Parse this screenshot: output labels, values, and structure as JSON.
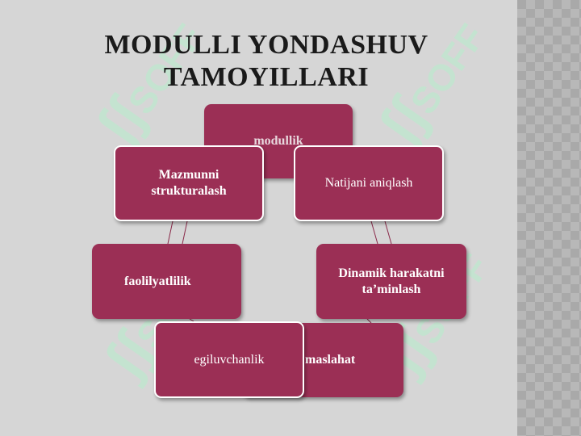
{
  "slide": {
    "title_line1": "MODULLI YONDASHUV",
    "title_line2": "TAMOYILLARI"
  },
  "diagram": {
    "nodes": {
      "modullik": "modullik",
      "mazmunni": "Mazmunni strukturalash",
      "natija": "Natijani aniqlash",
      "faoliyat": "faolilyatlilik",
      "dinamik": "Dinamik harakatni ta’minlash",
      "maslahat": "maslahat",
      "egiluvchanlik": "egiluvchanlik"
    }
  },
  "colors": {
    "node_fill": "#9b2f55",
    "node_text": "#ffffff",
    "background": "#d6d6d6",
    "watermark": "#bfe8cf"
  },
  "watermark": {
    "text": "SOFF"
  }
}
